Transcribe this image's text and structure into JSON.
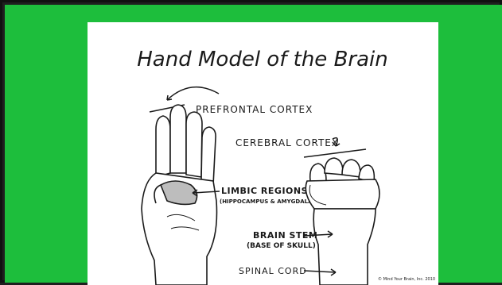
{
  "colors": {
    "background": "#1dbe3c",
    "panel": "#ffffff",
    "ink": "#1a1a1a",
    "skin_shade": "#bdbdbd"
  },
  "diagram": {
    "title": "Hand Model of the Brain",
    "labels": {
      "prefrontal_cortex": "PREFRONTAL CORTEX",
      "cerebral_cortex": "CEREBRAL CORTEX",
      "limbic_regions": "LIMBIC REGIONS",
      "limbic_detail": "(HIPPOCAMPUS & AMYGDALA)",
      "brain_stem": "BRAIN STEM",
      "brain_stem_detail": "(BASE OF SKULL)",
      "spinal_cord": "SPINAL CORD"
    },
    "copyright": "© Mind Your Brain, Inc. 2010"
  }
}
